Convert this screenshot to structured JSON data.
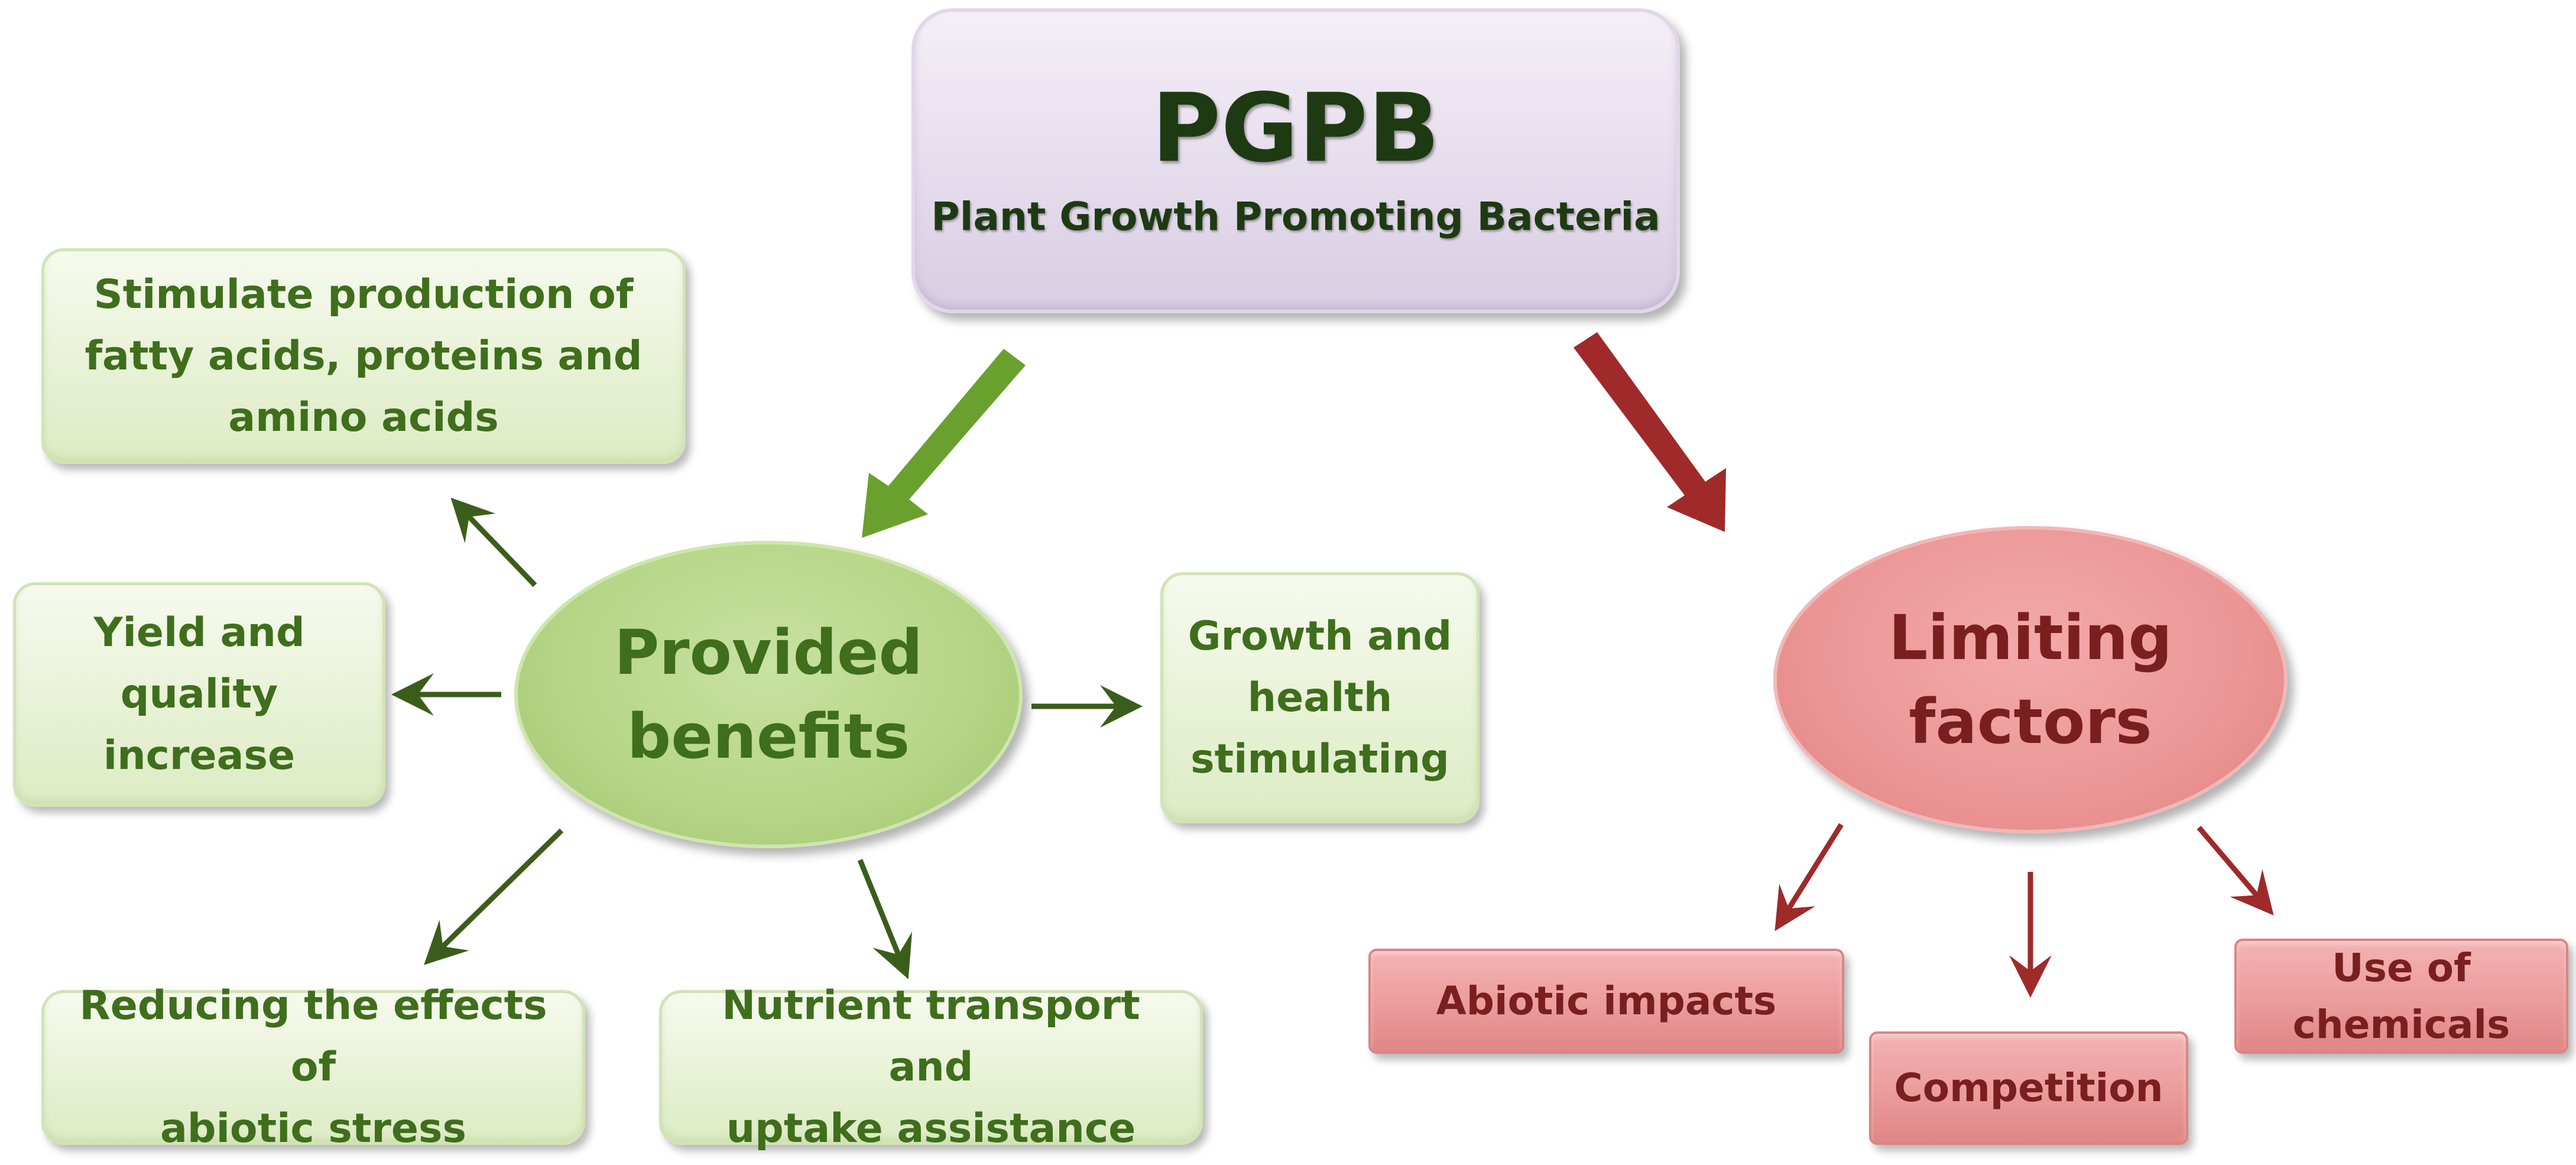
{
  "pgpb": {
    "title": "PGPB",
    "subtitle": "Plant Growth Promoting Bacteria"
  },
  "benefits": {
    "label_line1": "Provided",
    "label_line2": "benefits",
    "items": [
      {
        "lines": [
          "Stimulate production of",
          "fatty acids, proteins and",
          "amino acids"
        ]
      },
      {
        "lines": [
          "Yield and",
          "quality",
          "increase"
        ]
      },
      {
        "lines": [
          "Growth and",
          "health",
          "stimulating"
        ]
      },
      {
        "lines": [
          "Reducing the effects of",
          "abiotic stress"
        ]
      },
      {
        "lines": [
          "Nutrient transport and",
          "uptake assistance"
        ]
      }
    ]
  },
  "limiting": {
    "label_line1": "Limiting",
    "label_line2": "factors",
    "items": [
      {
        "lines": [
          "Abiotic impacts"
        ]
      },
      {
        "lines": [
          "Competition"
        ]
      },
      {
        "lines": [
          "Use of",
          "chemicals"
        ]
      }
    ]
  },
  "colors": {
    "green_dark": "#3f6e1c",
    "green_arrow": "#6aa12e",
    "red_dark": "#7a1f1f",
    "red_arrow": "#a02a2a",
    "arrow_green_thin": "#3a5e1a",
    "arrow_red_thin": "#9e2a2a"
  }
}
